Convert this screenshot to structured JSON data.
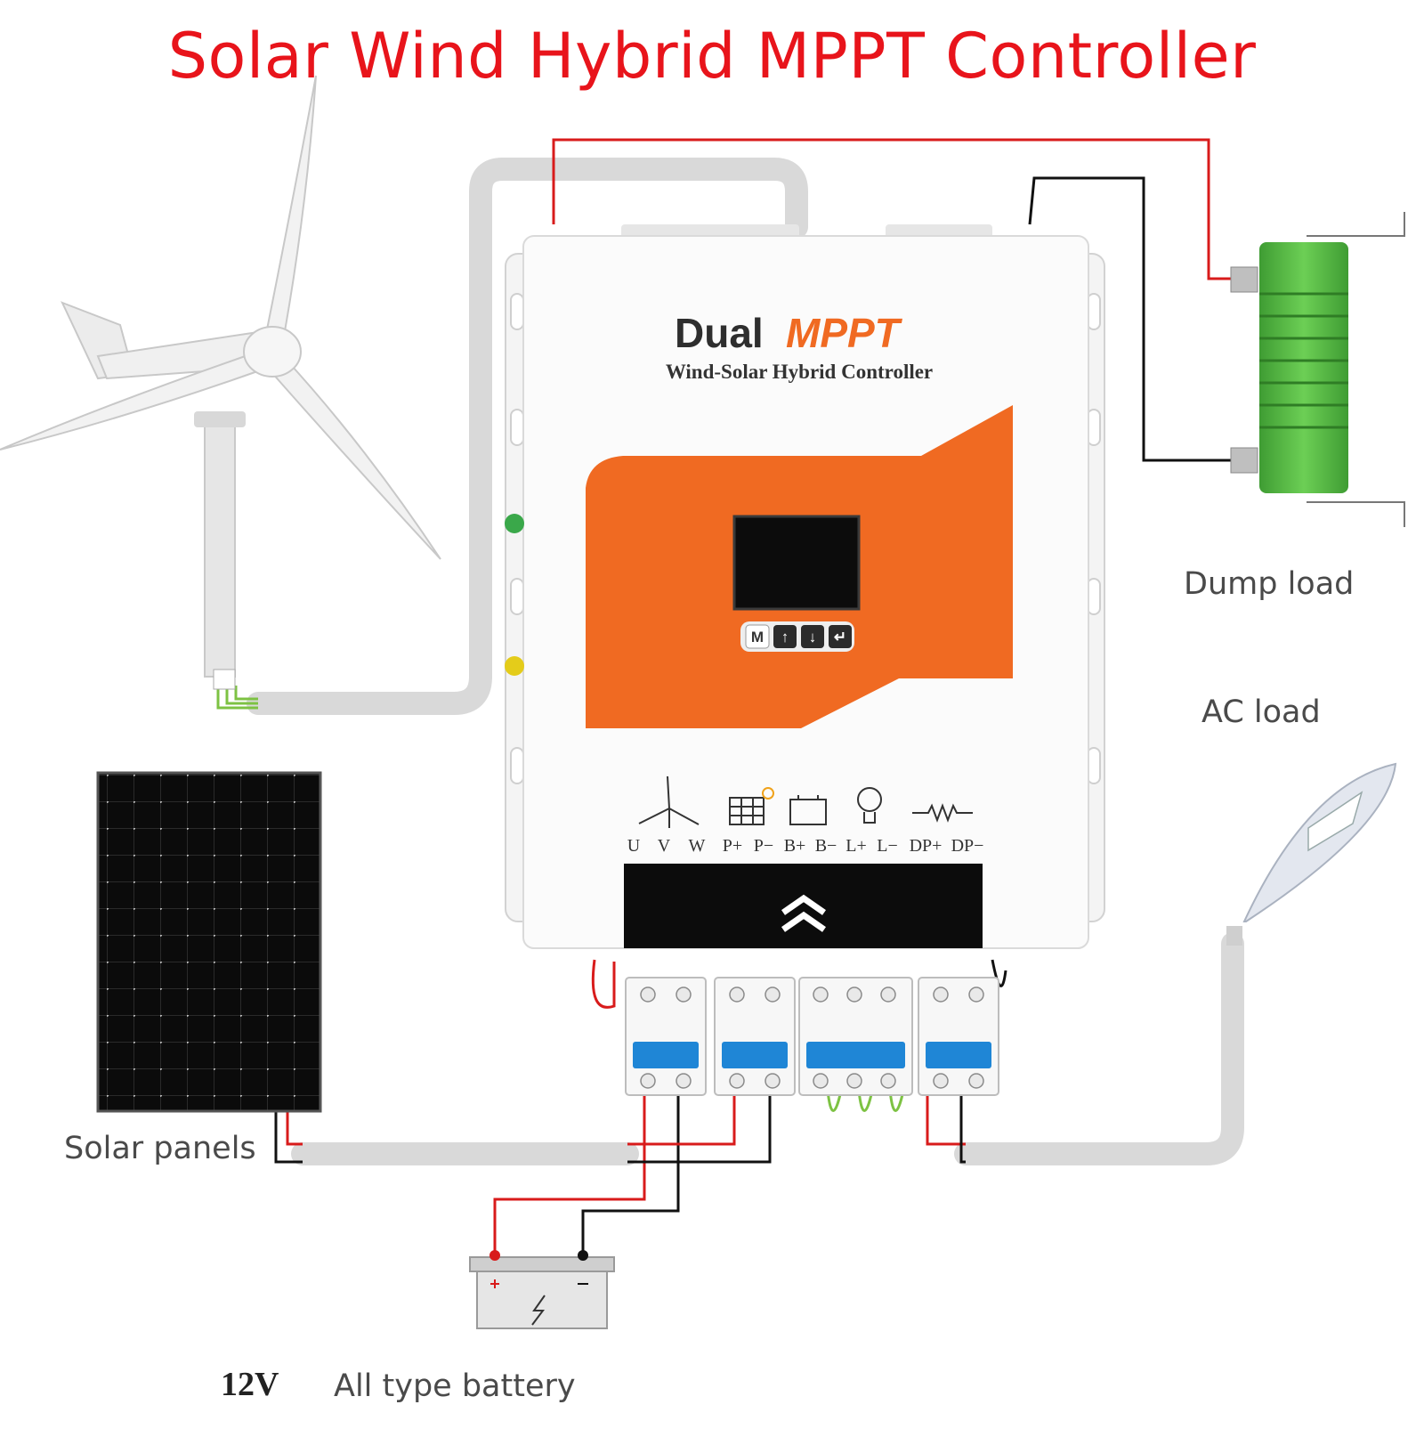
{
  "title": "Solar Wind Hybrid MPPT Controller",
  "controller": {
    "brand_prefix": "Dual",
    "brand_suffix": "MPPT",
    "subtitle": "Wind-Solar Hybrid Controller",
    "buttons": [
      "M",
      "↑",
      "↓",
      "↵"
    ],
    "terminals": [
      "U",
      "V",
      "W",
      "P+",
      "P−",
      "B+",
      "B−",
      "L+",
      "L−",
      "DP+",
      "DP−"
    ]
  },
  "labels": {
    "dump_load": "Dump load",
    "ac_load": "AC load",
    "solar_panels": "Solar panels",
    "battery_voltage": "12V",
    "battery_type": "All type battery"
  },
  "colors": {
    "title": "#e8141b",
    "orange_panel": "#f06a22",
    "wire_red": "#d81b1b",
    "wire_black": "#111111",
    "wire_green": "#7dc243",
    "resistor_green": "#4caf3f",
    "breaker_blue": "#1f86d6"
  }
}
